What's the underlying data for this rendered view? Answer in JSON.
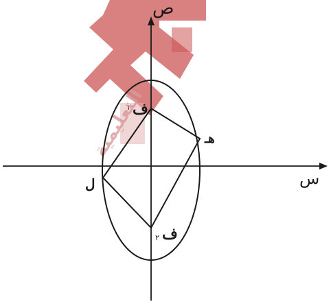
{
  "watermark": {
    "text": "التعليمية",
    "color": "#d99a9a",
    "logo_color": "#c43a3a"
  },
  "axes": {
    "y_label": "ص",
    "x_label": "س"
  },
  "points": {
    "f1": {
      "letter": "ف",
      "sub": "١"
    },
    "f2": {
      "letter": "ف",
      "sub": "٢"
    },
    "h": "هـ",
    "l": "ل"
  }
}
